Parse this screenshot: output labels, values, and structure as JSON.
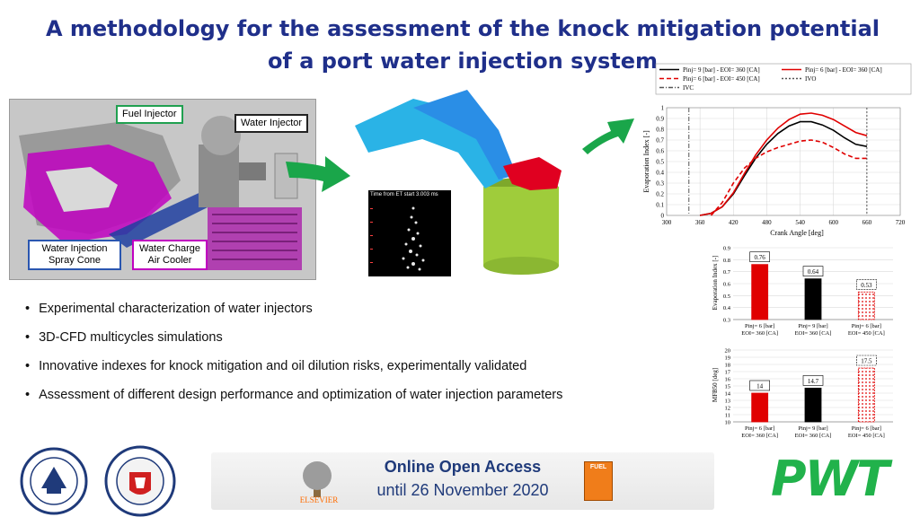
{
  "title": "A methodology for the assessment of the knock mitigation potential of a port water injection system",
  "engine_callouts": {
    "fuel_injector": "Fuel Injector",
    "water_injector": "Water Injector",
    "spray_cone": "Water Injection Spray Cone",
    "charge_air_cooler": "Water Charge Air Cooler"
  },
  "spray_image_caption": "Time from ET start 3.003 ms",
  "bullets": [
    "Experimental characterization of water injectors",
    "3D-CFD multicycles simulations",
    "Innovative indexes for knock mitigation and oil dilution risks, experimentally validated",
    "Assessment of different design performance and optimization of water injection parameters"
  ],
  "chart_data": [
    {
      "type": "line",
      "xlabel": "Crank Angle [deg]",
      "ylabel": "Evaporation Index [-]",
      "xlim": [
        300,
        720
      ],
      "ylim": [
        0,
        1
      ],
      "x_ticks": [
        "300",
        "360",
        "420",
        "480",
        "540",
        "600",
        "660",
        "720"
      ],
      "y_ticks": [
        "0",
        "0.1",
        "0.2",
        "0.3",
        "0.4",
        "0.5",
        "0.6",
        "0.7",
        "0.8",
        "0.9",
        "1"
      ],
      "legend": [
        "Pinj= 9 [bar] - EOI= 360 [CA]",
        "Pinj= 6 [bar] - EOI= 360 [CA]",
        "Pinj= 6 [bar] - EOI= 450 [CA]",
        "IVO",
        "IVC"
      ],
      "vlines": [
        {
          "name": "IVC",
          "x": 340
        },
        {
          "name": "IVO",
          "x": 660
        }
      ],
      "series": [
        {
          "name": "Pinj= 9 [bar] - EOI= 360 [CA]",
          "color": "#000000",
          "dash": "solid",
          "x": [
            360,
            380,
            400,
            420,
            440,
            460,
            480,
            500,
            520,
            540,
            560,
            580,
            600,
            620,
            640,
            660
          ],
          "y": [
            0,
            0.02,
            0.08,
            0.2,
            0.37,
            0.53,
            0.66,
            0.76,
            0.83,
            0.87,
            0.87,
            0.84,
            0.79,
            0.72,
            0.66,
            0.64
          ]
        },
        {
          "name": "Pinj= 6 [bar] - EOI= 360 [CA]",
          "color": "#e00000",
          "dash": "solid",
          "x": [
            360,
            380,
            400,
            420,
            440,
            460,
            480,
            500,
            520,
            540,
            560,
            580,
            600,
            620,
            640,
            660
          ],
          "y": [
            0,
            0.02,
            0.08,
            0.21,
            0.39,
            0.56,
            0.7,
            0.81,
            0.89,
            0.94,
            0.95,
            0.93,
            0.89,
            0.83,
            0.77,
            0.74
          ]
        },
        {
          "name": "Pinj= 6 [bar] - EOI= 450 [CA]",
          "color": "#e00000",
          "dash": "dashed",
          "x": [
            380,
            400,
            420,
            440,
            460,
            480,
            500,
            520,
            540,
            560,
            580,
            600,
            620,
            640,
            660
          ],
          "y": [
            0,
            0.12,
            0.3,
            0.44,
            0.53,
            0.59,
            0.63,
            0.66,
            0.69,
            0.7,
            0.68,
            0.63,
            0.57,
            0.53,
            0.53
          ]
        }
      ]
    },
    {
      "type": "bar",
      "ylabel": "Evaporation Index [-]",
      "ylim": [
        0.3,
        0.9
      ],
      "y_ticks": [
        "0.3",
        "0.4",
        "0.5",
        "0.6",
        "0.7",
        "0.8",
        "0.9"
      ],
      "categories": [
        [
          "Pinj= 6 [bar]",
          "EOI= 360 [CA]"
        ],
        [
          "Pinj= 9 [bar]",
          "EOI= 360 [CA]"
        ],
        [
          "Pinj= 6 [bar]",
          "EOI= 450 [CA]"
        ]
      ],
      "values": [
        0.76,
        0.64,
        0.53
      ],
      "labels": [
        "0.76",
        "0.64",
        "0.53"
      ],
      "colors": [
        "#e00000",
        "#000000",
        "#e00000"
      ],
      "patterns": [
        "solid",
        "solid",
        "dotted"
      ]
    },
    {
      "type": "bar",
      "ylabel": "MFB50 [deg]",
      "ylim": [
        10,
        20
      ],
      "y_ticks": [
        "10",
        "11",
        "12",
        "13",
        "14",
        "15",
        "16",
        "17",
        "18",
        "19",
        "20"
      ],
      "categories": [
        [
          "Pinj= 6 [bar]",
          "EOI= 360 [CA]"
        ],
        [
          "Pinj= 9 [bar]",
          "EOI= 360 [CA]"
        ],
        [
          "Pinj= 6 [bar]",
          "EOI= 450 [CA]"
        ]
      ],
      "values": [
        14,
        14.7,
        17.5
      ],
      "labels": [
        "14",
        "14.7",
        "17.5"
      ],
      "colors": [
        "#e00000",
        "#000000",
        "#e00000"
      ],
      "patterns": [
        "solid",
        "solid",
        "dotted"
      ]
    }
  ],
  "banner": {
    "line1": "Online Open Access",
    "line2": "until 26 November 2020",
    "publisher": "ELSEVIER",
    "journal": "FUEL"
  },
  "seals": [
    "politecnico-di-torino-seal",
    "universita-di-perugia-seal"
  ],
  "brand_logo": "PWT",
  "colors": {
    "title": "#1f2f8a",
    "arrow": "#1aa64a",
    "brand": "#21b24b",
    "runner": "#2ab3e6",
    "cylinder": "#9fcc3b",
    "valve": "#e00020"
  }
}
